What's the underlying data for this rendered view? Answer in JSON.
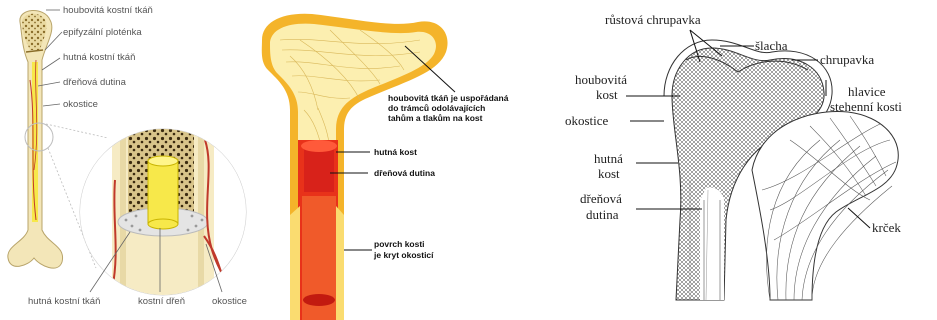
{
  "panel1": {
    "labels": {
      "spongy": "houbovitá kostní tkáň",
      "epiphyseal": "epifyzální ploténka",
      "compact": "hutná kostní tkáň",
      "marrow_cavity": "dřeňová dutina",
      "periosteum": "okostice"
    },
    "zoom_labels": {
      "compact": "hutná kostní tkáň",
      "marrow": "kostní dřeň",
      "periosteum": "okostice"
    }
  },
  "panel2": {
    "labels": {
      "spongy_line1": "houbovitá tkáň je uspořádaná",
      "spongy_line2": "do trámců odolávajících",
      "spongy_line3": "tahům a tlakům na kost",
      "compact": "hutná kost",
      "marrow_cavity": "dřeňová dutina",
      "surface_line1": "povrch kosti",
      "surface_line2": "je kryt okosticí"
    }
  },
  "panel3": {
    "labels": {
      "growth_cartilage": "růstová chrupavka",
      "tendon": "šlacha",
      "cartilage": "chrupavka",
      "spongy_line1": "houbovitá",
      "spongy_line2": "kost",
      "periosteum": "okostice",
      "compact_line1": "hutná",
      "compact_line2": "kost",
      "marrow_line1": "dřeňová",
      "marrow_line2": "dutina",
      "head_line1": "hlavice",
      "head_line2": "stehenní kosti",
      "neck": "krček"
    }
  },
  "colors": {
    "bone_cream": "#f3e6b8",
    "marrow_yellow": "#f7e84a",
    "compact_red": "#e8321a",
    "spongy_yellow": "#fbe98a",
    "vessel_red": "#c0392b"
  }
}
